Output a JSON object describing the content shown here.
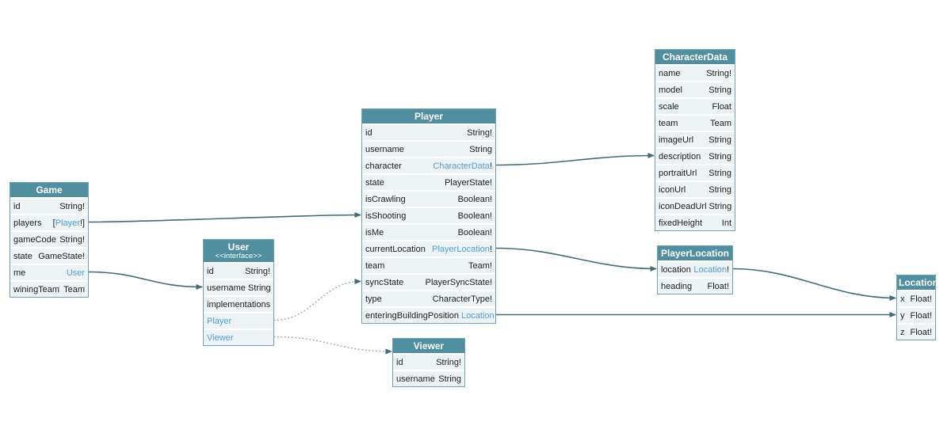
{
  "colors": {
    "header_bg": "#4f8fa0",
    "row_bg": "#eef4f6",
    "type_link": "#4da0dc",
    "edge": "#3e6d7a",
    "edge_dotted": "#86aab5",
    "table_border": "#6fa3b2"
  },
  "tables": {
    "Game": {
      "title": "Game",
      "rows": [
        {
          "field": "id",
          "type": "String!"
        },
        {
          "field": "players",
          "type_prefix": "[",
          "type_link": "Player",
          "type_suffix": "!]"
        },
        {
          "field": "gameCode",
          "type": "String!"
        },
        {
          "field": "state",
          "type": "GameState!"
        },
        {
          "field": "me",
          "type_link": "User"
        },
        {
          "field": "winingTeam",
          "type": "Team"
        }
      ]
    },
    "User": {
      "title": "User",
      "subtitle": "<<interface>>",
      "rows": [
        {
          "field": "id",
          "type": "String!"
        },
        {
          "field": "username",
          "type": "String"
        },
        {
          "field": "implementations"
        },
        {
          "field": "Player",
          "field_link": true
        },
        {
          "field": "Viewer",
          "field_link": true
        }
      ]
    },
    "Player": {
      "title": "Player",
      "rows": [
        {
          "field": "id",
          "type": "String!"
        },
        {
          "field": "username",
          "type": "String"
        },
        {
          "field": "character",
          "type_link": "CharacterData",
          "type_suffix": "!"
        },
        {
          "field": "state",
          "type": "PlayerState!"
        },
        {
          "field": "isCrawling",
          "type": "Boolean!"
        },
        {
          "field": "isShooting",
          "type": "Boolean!"
        },
        {
          "field": "isMe",
          "type": "Boolean!"
        },
        {
          "field": "currentLocation",
          "type_link": "PlayerLocation",
          "type_suffix": "!"
        },
        {
          "field": "team",
          "type": "Team!"
        },
        {
          "field": "syncState",
          "type": "PlayerSyncState!"
        },
        {
          "field": "type",
          "type": "CharacterType!"
        },
        {
          "field": "enteringBuildingPosition",
          "type_link": "Location"
        }
      ]
    },
    "Viewer": {
      "title": "Viewer",
      "rows": [
        {
          "field": "id",
          "type": "String!"
        },
        {
          "field": "username",
          "type": "String"
        }
      ]
    },
    "CharacterData": {
      "title": "CharacterData",
      "rows": [
        {
          "field": "name",
          "type": "String!"
        },
        {
          "field": "model",
          "type": "String"
        },
        {
          "field": "scale",
          "type": "Float"
        },
        {
          "field": "team",
          "type": "Team"
        },
        {
          "field": "imageUrl",
          "type": "String"
        },
        {
          "field": "description",
          "type": "String"
        },
        {
          "field": "portraitUrl",
          "type": "String"
        },
        {
          "field": "iconUrl",
          "type": "String"
        },
        {
          "field": "iconDeadUrl",
          "type": "String"
        },
        {
          "field": "fixedHeight",
          "type": "Int"
        }
      ]
    },
    "PlayerLocation": {
      "title": "PlayerLocation",
      "rows": [
        {
          "field": "location",
          "type_link": "Location",
          "type_suffix": "!"
        },
        {
          "field": "heading",
          "type": "Float!"
        }
      ]
    },
    "Location": {
      "title": "Location",
      "rows": [
        {
          "field": "x",
          "type": "Float!"
        },
        {
          "field": "y",
          "type": "Float!"
        },
        {
          "field": "z",
          "type": "Float!"
        }
      ]
    }
  },
  "edges": [
    {
      "from": "Game.players",
      "to": "Player",
      "anchor": "isShooting",
      "style": "solid"
    },
    {
      "from": "Game.me",
      "to": "User",
      "anchor": "username",
      "style": "solid"
    },
    {
      "from": "User.Player",
      "to": "Player",
      "anchor": "syncState",
      "style": "dotted"
    },
    {
      "from": "User.Viewer",
      "to": "Viewer",
      "anchor": "header",
      "style": "dotted"
    },
    {
      "from": "Player.character",
      "to": "CharacterData",
      "anchor": "description",
      "style": "solid"
    },
    {
      "from": "Player.currentLocation",
      "to": "PlayerLocation",
      "anchor": "location",
      "style": "solid"
    },
    {
      "from": "Player.enteringBuildingPosition",
      "to": "Location",
      "anchor": "y",
      "style": "solid"
    },
    {
      "from": "PlayerLocation.location",
      "to": "Location",
      "anchor": "x",
      "style": "solid"
    }
  ]
}
